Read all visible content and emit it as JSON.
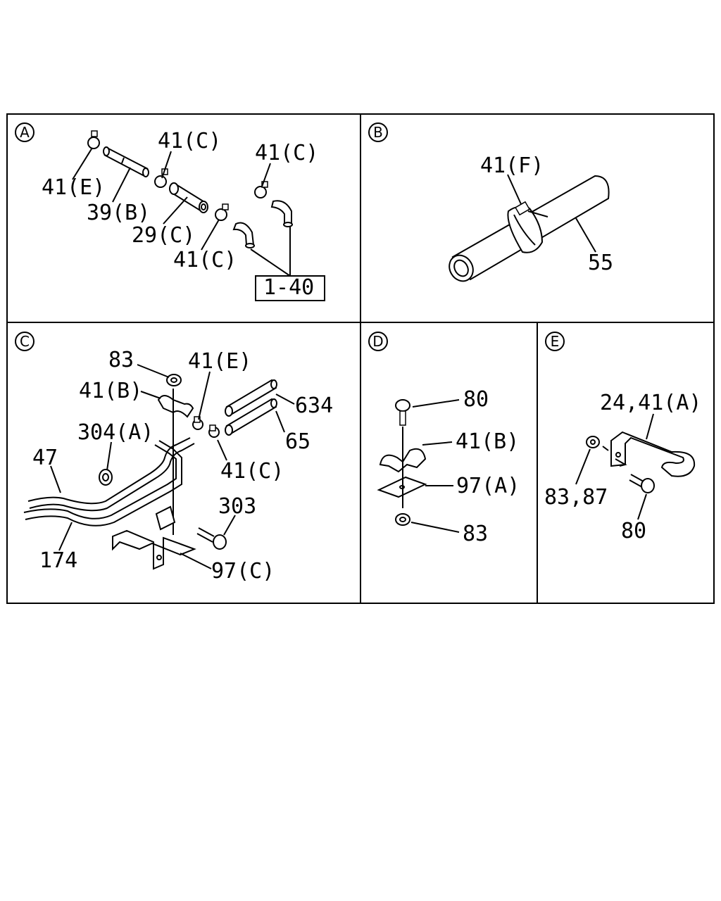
{
  "panels": {
    "A": {
      "letter": "A",
      "labels": {
        "l41e": "41(E)",
        "l39b": "39(B)",
        "l41c_1": "41(C)",
        "l29c": "29(C)",
        "l41c_2": "41(C)",
        "l41c_3": "41(C)",
        "ref": "1-40"
      }
    },
    "B": {
      "letter": "B",
      "labels": {
        "l41f": "41(F)",
        "l55": "55"
      }
    },
    "C": {
      "letter": "C",
      "labels": {
        "l83": "83",
        "l41e": "41(E)",
        "l41b": "41(B)",
        "l634": "634",
        "l304a": "304(A)",
        "l65": "65",
        "l47": "47",
        "l41c": "41(C)",
        "l303": "303",
        "l174": "174",
        "l97c": "97(C)"
      }
    },
    "D": {
      "letter": "D",
      "labels": {
        "l80": "80",
        "l41b": "41(B)",
        "l97a": "97(A)",
        "l83": "83"
      }
    },
    "E": {
      "letter": "E",
      "labels": {
        "l2441a": "24,41(A)",
        "l8387": "83,87",
        "l80": "80"
      }
    }
  }
}
